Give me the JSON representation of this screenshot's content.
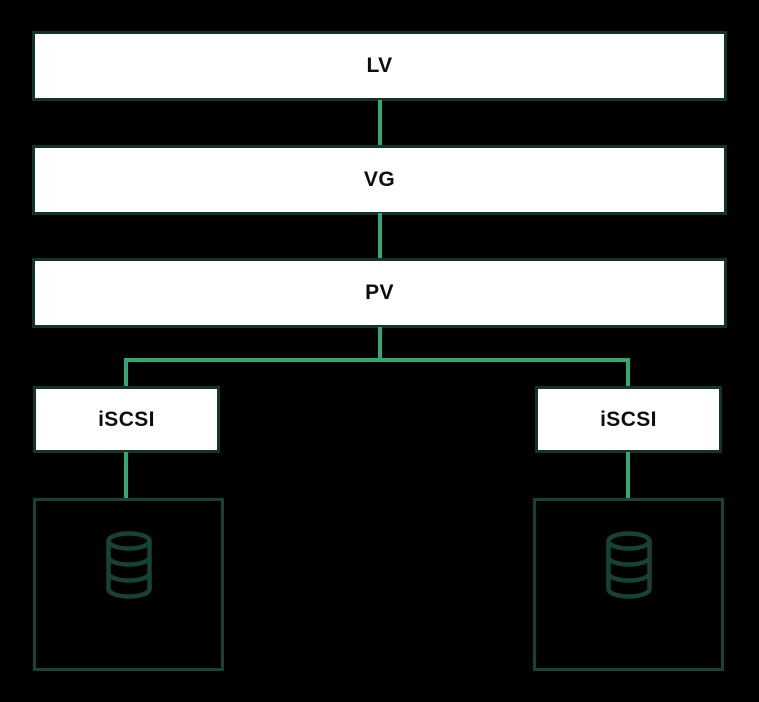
{
  "diagram": {
    "description": "LVM over iSCSI storage stack diagram",
    "colors": {
      "background": "#000000",
      "connector_green": "#34a873",
      "outline_dark_green": "#11352a",
      "storage_outline_green": "#174334",
      "node_fill": "#ffffff",
      "label_text": "#0d0d0d"
    },
    "nodes": {
      "lv": {
        "label": "LV"
      },
      "vg": {
        "label": "VG"
      },
      "pv": {
        "label": "PV"
      },
      "iscsi_left": {
        "label": "iSCSI"
      },
      "iscsi_right": {
        "label": "iSCSI"
      }
    },
    "icons": {
      "storage_left": "database-icon",
      "storage_right": "database-icon"
    }
  }
}
